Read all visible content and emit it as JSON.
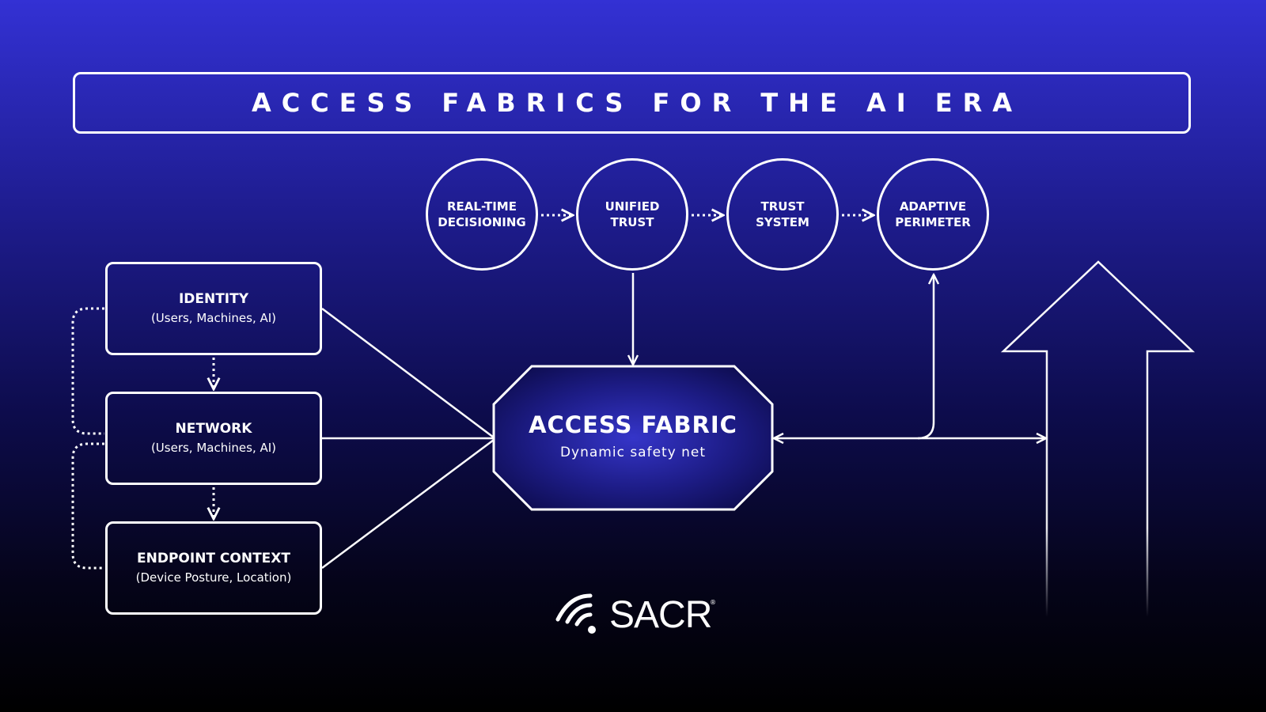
{
  "title": "ACCESS FABRICS FOR THE AI ERA",
  "pipeline": [
    {
      "line1": "REAL-TIME",
      "line2": "DECISIONING"
    },
    {
      "line1": "UNIFIED",
      "line2": "TRUST"
    },
    {
      "line1": "TRUST",
      "line2": "SYSTEM"
    },
    {
      "line1": "ADAPTIVE",
      "line2": "PERIMETER"
    }
  ],
  "inputs": [
    {
      "title": "IDENTITY",
      "subtitle": "(Users, Machines, AI)"
    },
    {
      "title": "NETWORK",
      "subtitle": "(Users, Machines, AI)"
    },
    {
      "title": "ENDPOINT CONTEXT",
      "subtitle": "(Device Posture, Location)"
    }
  ],
  "fabric": {
    "title": "ACCESS FABRIC",
    "subtitle": "Dynamic safety net"
  },
  "logo": {
    "text": "SACR",
    "mark": "®"
  },
  "colors": {
    "line": "#ffffff",
    "fabric_glow": "#2f2fb8",
    "background_top": "#3331d4",
    "background_bottom": "#000000"
  }
}
